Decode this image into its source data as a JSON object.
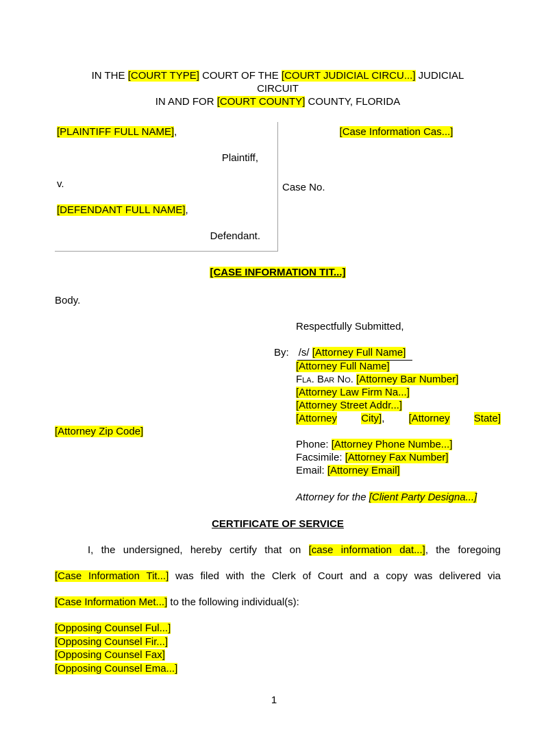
{
  "doc": {
    "header": {
      "line1_t1": "IN THE ",
      "line1_h1": "[COURT TYPE]",
      "line1_t2": " COURT OF THE ",
      "line1_h2": "[COURT JUDICIAL CIRCU...]",
      "line1_t3": " JUDICIAL",
      "line2": "CIRCUIT",
      "line3_t1": "IN AND FOR ",
      "line3_h1": "[COURT COUNTY]",
      "line3_t2": " COUNTY, FLORIDA"
    },
    "caption": {
      "plaintiff_name": "[PLAINTIFF FULL NAME]",
      "comma": ",",
      "plaintiff_label": "Plaintiff,",
      "versus": "v.",
      "defendant_name": "[DEFENDANT FULL NAME]",
      "defendant_label": "Defendant.",
      "case_info_number": "[Case Information Cas...]",
      "case_no_label": "Case No."
    },
    "title": "[CASE INFORMATION TIT...]",
    "body_text": "Body.",
    "signature": {
      "respectfully": "Respectfully Submitted,",
      "by_label": "By:",
      "sig_prefix": "/s/",
      "sig_name": "[Attorney Full Name]",
      "name": "[Attorney Full Name]",
      "bar_label": "Fla. Bar No.",
      "bar_number": "[Attorney Bar Number]",
      "firm": "[Attorney Law Firm Na...]",
      "street": "[Attorney Street Addr...]",
      "city_a": "[Attorney",
      "city_b": "City]",
      "city_comma": ",",
      "state_a": "[Attorney",
      "state_b": "State]",
      "zip": "[Attorney Zip Code]",
      "phone_label": "Phone: ",
      "phone": "[Attorney Phone Numbe...]",
      "fax_label": "Facsimile: ",
      "fax": "[Attorney Fax Number]",
      "email_label": "Email: ",
      "email": "[Attorney Email]",
      "attorney_for_text": "Attorney for the ",
      "attorney_for_client": "[Client Party Designa...]"
    },
    "certificate": {
      "heading": "CERTIFICATE OF SERVICE",
      "p1_t1": "I, the undersigned, hereby certify that on ",
      "p1_h1": "[case information dat...]",
      "p1_t2": ", the foregoing",
      "p2_h1": "[Case Information Tit...]",
      "p2_t1": " was filed with the Clerk of Court and a copy was delivered via",
      "p3_h1": "[Case Information Met...]",
      "p3_t1": " to the following individual(s):"
    },
    "opposing": [
      "[Opposing Counsel Ful...]",
      "[Opposing Counsel Fir...]",
      "[Opposing Counsel Fax]",
      "[Opposing Counsel Ema...]"
    ],
    "page_number": "1"
  }
}
